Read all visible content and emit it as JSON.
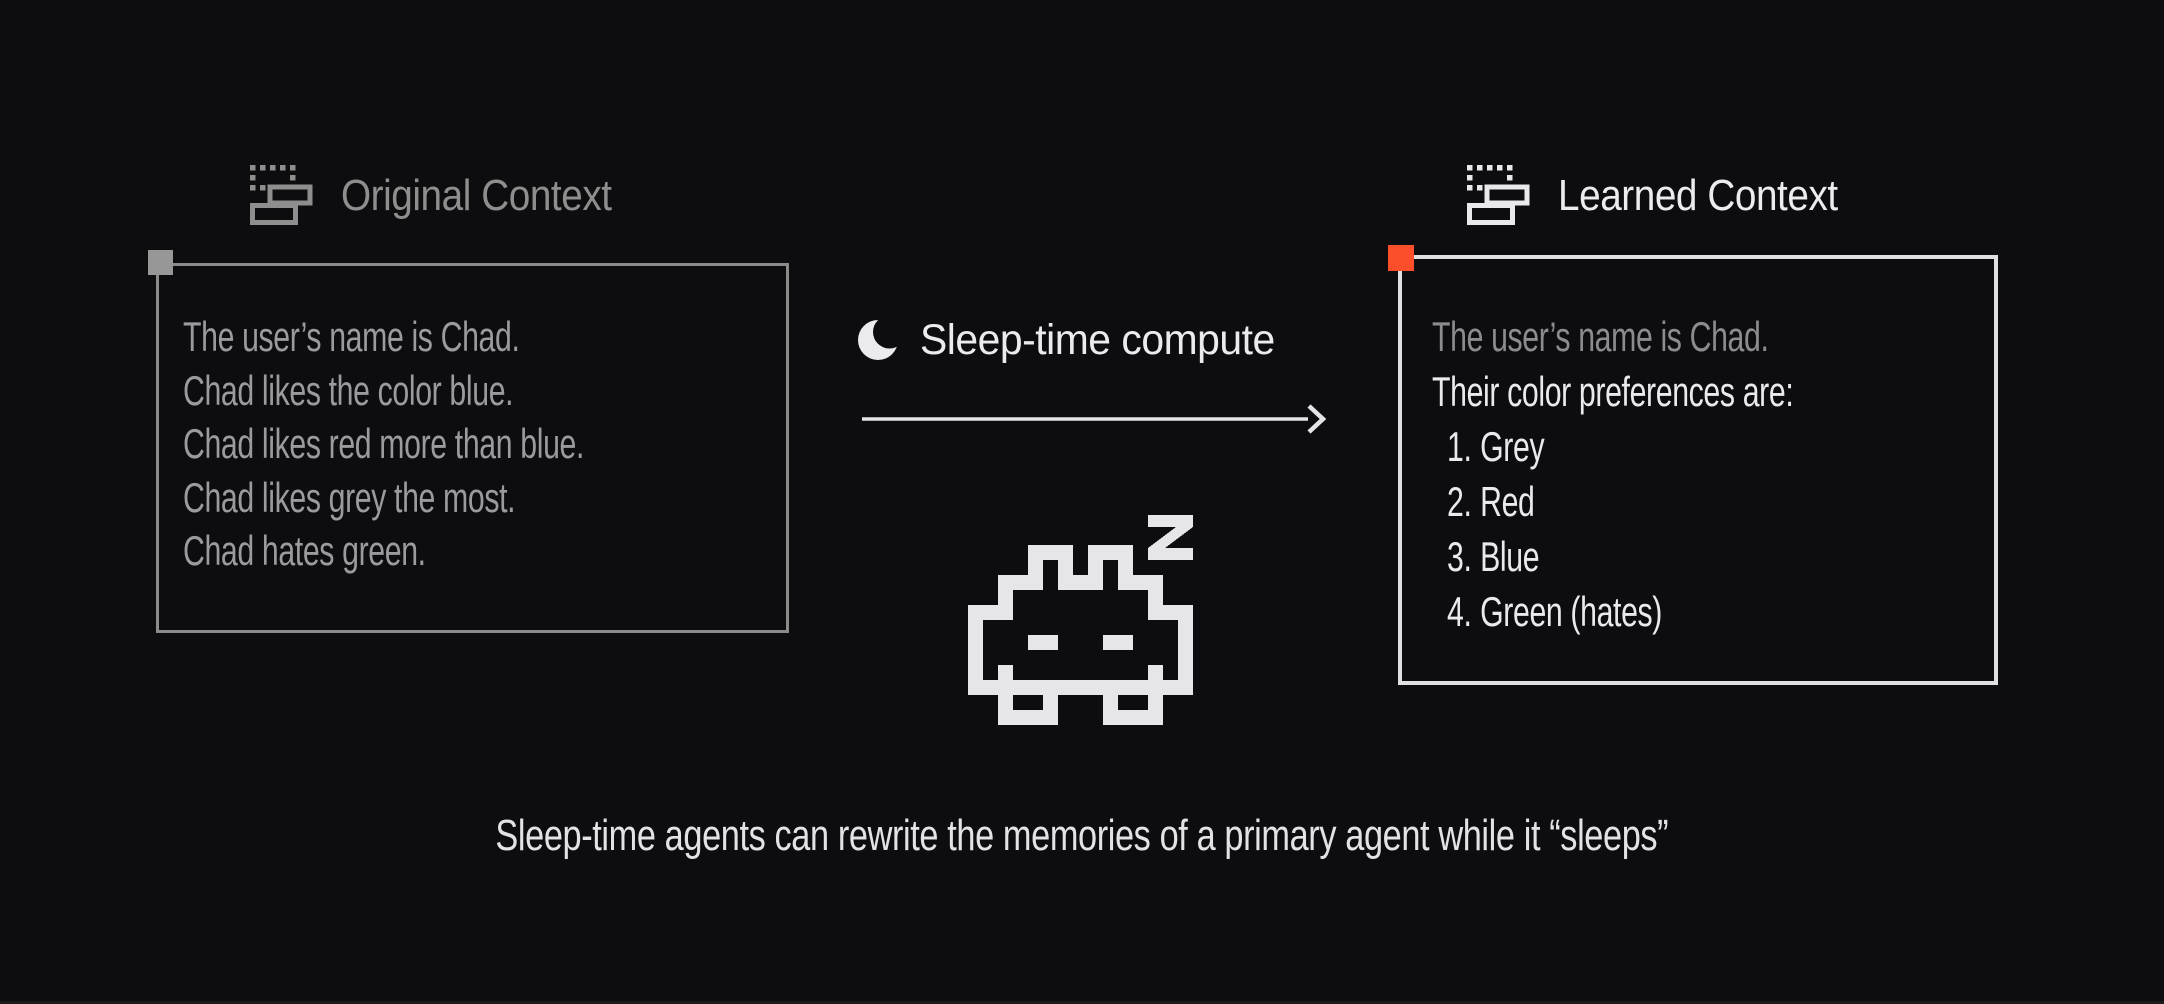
{
  "page": {
    "caption": "Sleep-time agents can rewrite the memories of a primary agent while it “sleeps”"
  },
  "colors": {
    "background": "#0d0d0f",
    "grey": "#8e8e8e",
    "white": "#eaeaec",
    "orange_marker": "#FB4F2B",
    "grey_marker": "#979797"
  },
  "left_panel": {
    "header": "Original Context",
    "icon": "layers-icon",
    "lines": [
      "The user’s name is Chad.",
      "Chad likes the color blue.",
      "Chad likes red more than blue.",
      "Chad likes grey the most.",
      "Chad hates green."
    ]
  },
  "center": {
    "label": "Sleep-time compute",
    "moon_icon": "moon-icon",
    "arrow_icon": "arrow-right-icon",
    "robot_icon": "sleeping-robot-icon"
  },
  "right_panel": {
    "header": "Learned Context",
    "icon": "layers-icon",
    "line_grey": "The user’s name is Chad.",
    "line_white": "Their color preferences are:",
    "list": [
      {
        "num": "1.",
        "label": "Grey"
      },
      {
        "num": "2.",
        "label": "Red"
      },
      {
        "num": "3.",
        "label": "Blue"
      },
      {
        "num": "4.",
        "label": "Green (hates)"
      }
    ]
  }
}
